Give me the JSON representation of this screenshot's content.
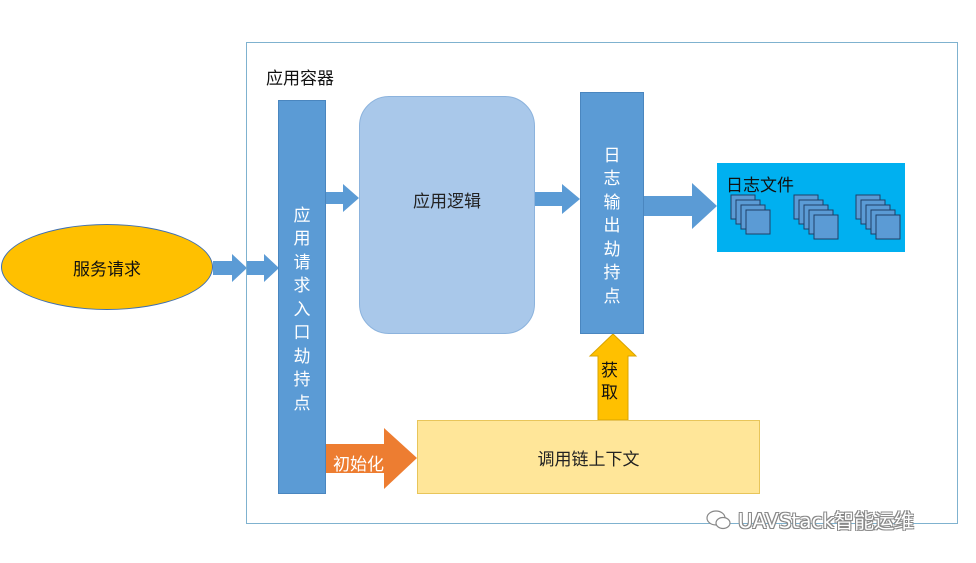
{
  "container": {
    "label": "应用容器"
  },
  "request": {
    "label": "服务请求"
  },
  "entry_hook": {
    "label": "应用请求入口劫持点"
  },
  "app_logic": {
    "label": "应用逻辑"
  },
  "log_hook": {
    "label": "日志输出劫持点"
  },
  "log_files": {
    "label": "日志文件"
  },
  "call_chain": {
    "label": "调用链上下文"
  },
  "init_arrow": {
    "label": "初始化"
  },
  "fetch_arrow": {
    "label": "获取"
  },
  "watermark": {
    "text": "UAVStack智能运维"
  },
  "colors": {
    "arrow_blue": "#5b9bd5",
    "bar_blue": "#5b9bd5",
    "ellipse": "#ffc000",
    "logic": "#a9c8ea",
    "files": "#00b0f0",
    "chain": "#ffe699",
    "init_arrow": "#ed7d31",
    "fetch_arrow": "#ffc000"
  }
}
